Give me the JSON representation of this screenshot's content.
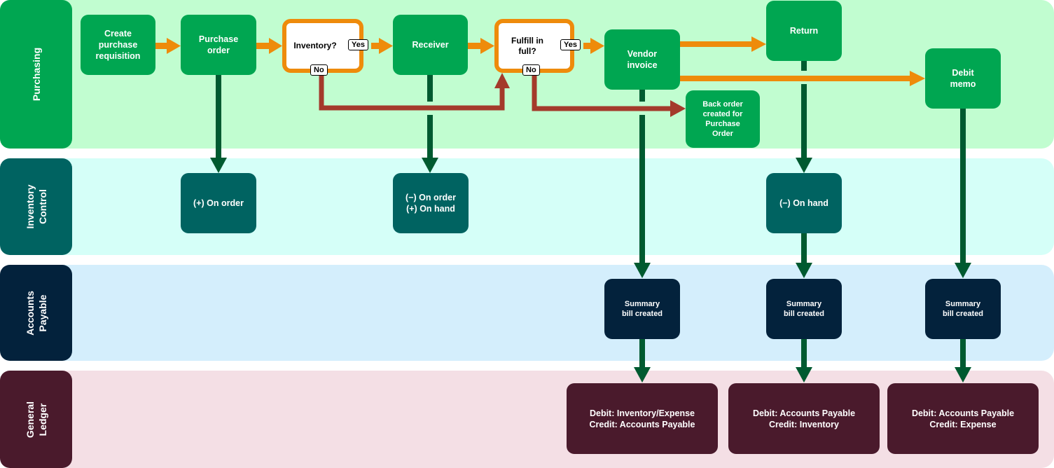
{
  "lanes": {
    "purchasing": "Purchasing",
    "inventory_control": "Inventory\nControl",
    "accounts_payable": "Accounts\nPayable",
    "general_ledger": "General\nLedger"
  },
  "nodes": {
    "create_requisition": "Create\npurchase\nrequisition",
    "purchase_order": "Purchase\norder",
    "inventory_decision": "Inventory?",
    "receiver": "Receiver",
    "fulfill_decision": "Fulfill in\nfull?",
    "vendor_invoice": "Vendor\ninvoice",
    "return": "Return",
    "back_order": "Back order\ncreated for\nPurchase\nOrder",
    "debit_memo": "Debit\nmemo",
    "ic_on_order": "(+) On order",
    "ic_receiver": "(−) On order\n(+) On hand",
    "ic_return": "(−) On hand",
    "ap_invoice": "Summary\nbill created",
    "ap_return": "Summary\nbill created",
    "ap_memo": "Summary\nbill created",
    "gl_invoice": "Debit: Inventory/Expense\nCredit: Accounts Payable",
    "gl_return": "Debit: Accounts Payable\nCredit: Inventory",
    "gl_memo": "Debit: Accounts Payable\nCredit: Expense"
  },
  "tags": {
    "inventory_yes": "Yes",
    "inventory_no": "No",
    "fulfill_yes": "Yes",
    "fulfill_no": "No"
  },
  "colors": {
    "flow_arrow": "#ee8b0b",
    "no_arrow": "#a43a2b",
    "down_arrow": "#005a30",
    "purchasing_bg": "#c1fdd0",
    "inventory_bg": "#d5fff8",
    "ap_bg": "#d4eefc",
    "gl_bg": "#f4dfe5"
  }
}
